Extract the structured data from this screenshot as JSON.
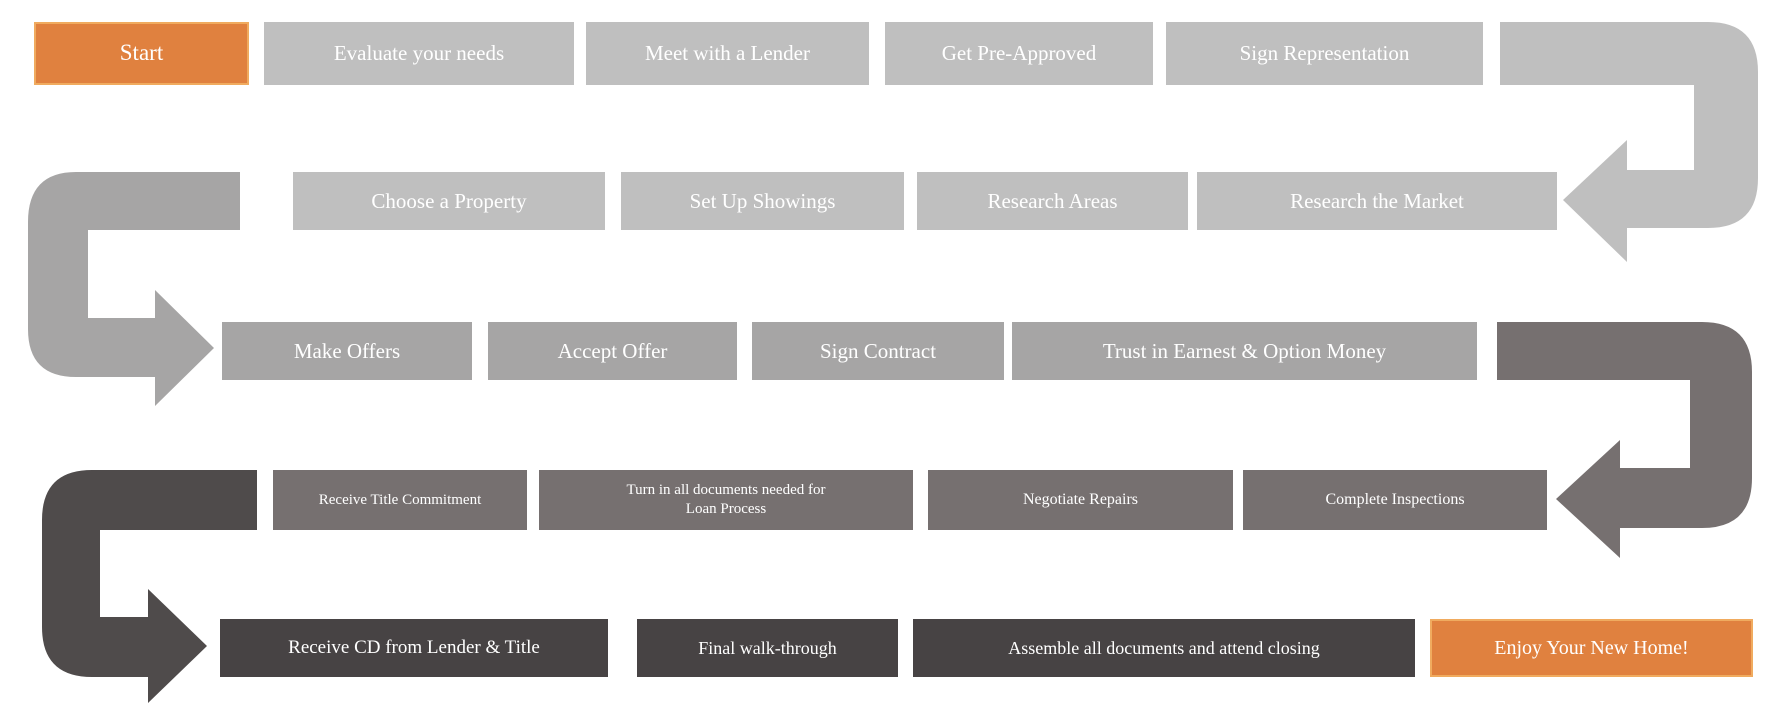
{
  "diagram": {
    "kind": "process-flow",
    "description": "Home buying process flowchart, five serpentine rows connected by U-turn arrows"
  },
  "colors": {
    "row1_2_boxes": "#bfbfbf",
    "row3_boxes": "#a6a5a5",
    "row4_boxes": "#767070",
    "row5_boxes": "#474344",
    "accent_orange": "#e0813f",
    "accent_orange_border": "#f0ab5f",
    "text": "#ffffff",
    "arrow_row1_to_row2": "#bfbfbf",
    "arrow_row2_to_row3": "#a6a5a5",
    "arrow_row3_to_row4": "#767070",
    "arrow_row4_to_row5": "#4f4b4b"
  },
  "flow": {
    "rows": [
      {
        "name": "row-1",
        "direction": "left-to-right",
        "steps": [
          {
            "label": "Start",
            "accent": true
          },
          {
            "label": "Evaluate your needs"
          },
          {
            "label": "Meet with a Lender"
          },
          {
            "label": "Get Pre-Approved"
          },
          {
            "label": "Sign Representation"
          }
        ]
      },
      {
        "name": "row-2",
        "direction": "right-to-left",
        "steps": [
          {
            "label": "Choose a Property"
          },
          {
            "label": "Set Up Showings"
          },
          {
            "label": "Research Areas"
          },
          {
            "label": "Research the Market"
          }
        ]
      },
      {
        "name": "row-3",
        "direction": "left-to-right",
        "steps": [
          {
            "label": "Make Offers"
          },
          {
            "label": "Accept Offer"
          },
          {
            "label": "Sign Contract"
          },
          {
            "label": "Trust in Earnest & Option Money"
          }
        ]
      },
      {
        "name": "row-4",
        "direction": "right-to-left",
        "steps": [
          {
            "label": "Receive Title Commitment"
          },
          {
            "label": "Turn in all documents needed for Loan Process"
          },
          {
            "label": "Negotiate Repairs"
          },
          {
            "label": "Complete Inspections"
          }
        ]
      },
      {
        "name": "row-5",
        "direction": "left-to-right",
        "steps": [
          {
            "label": "Receive CD from Lender & Title"
          },
          {
            "label": "Final walk-through"
          },
          {
            "label": "Assemble all documents and attend closing"
          },
          {
            "label": "Enjoy Your New Home!",
            "accent": true
          }
        ]
      }
    ],
    "arrows": [
      {
        "name": "u-turn-right-row1-row2",
        "side": "right",
        "from": "Sign Representation",
        "to": "Research the Market",
        "color": "#bfbfbf"
      },
      {
        "name": "u-turn-left-row2-row3",
        "side": "left",
        "from": "Choose a Property",
        "to": "Make Offers",
        "color": "#a6a5a5"
      },
      {
        "name": "u-turn-right-row3-row4",
        "side": "right",
        "from": "Trust in Earnest & Option Money",
        "to": "Complete Inspections",
        "color": "#767070"
      },
      {
        "name": "u-turn-left-row4-row5",
        "side": "left",
        "from": "Receive Title Commitment",
        "to": "Receive CD from Lender & Title",
        "color": "#4f4b4b"
      }
    ]
  }
}
